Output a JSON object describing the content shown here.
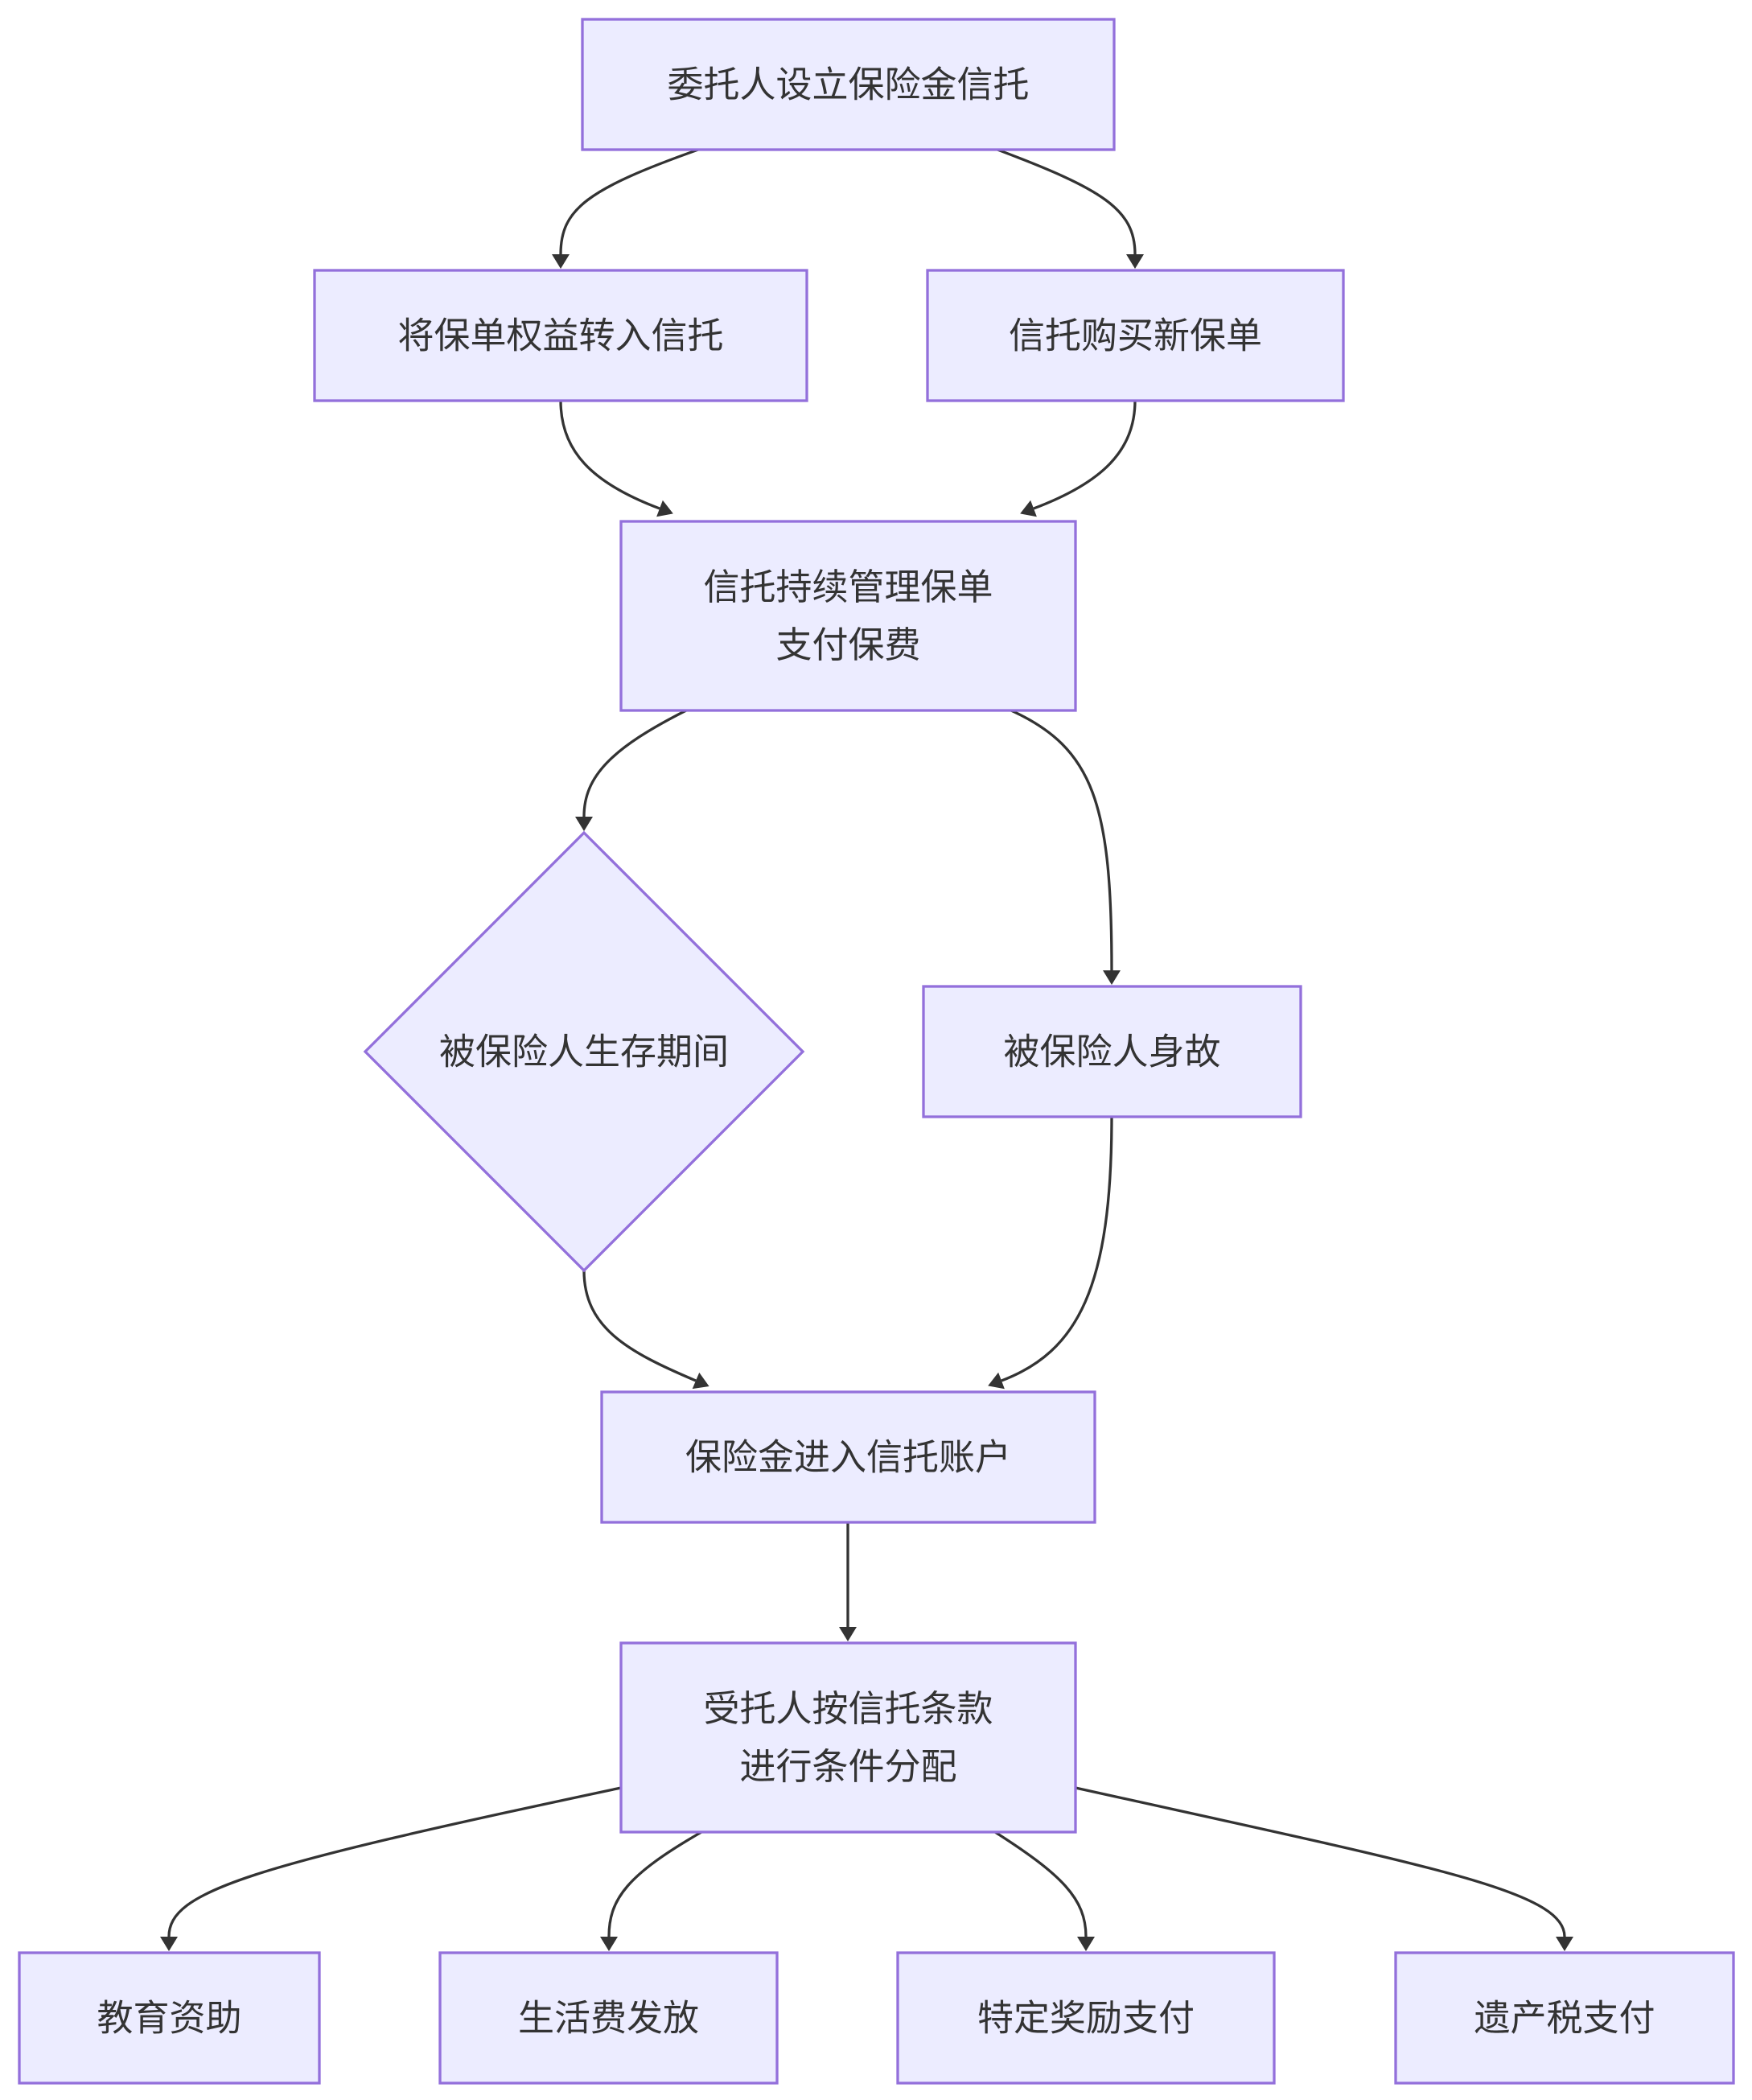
{
  "diagram": {
    "nodes": [
      {
        "id": "setup",
        "lines": [
          "委托人设立保险金信托"
        ]
      },
      {
        "id": "transfer",
        "lines": [
          "将保单权益转入信托"
        ]
      },
      {
        "id": "buy",
        "lines": [
          "信托购买新保单"
        ]
      },
      {
        "id": "manage",
        "lines": [
          "信托持续管理保单",
          "支付保费"
        ]
      },
      {
        "id": "alive",
        "lines": [
          "被保险人生存期间"
        ]
      },
      {
        "id": "death",
        "lines": [
          "被保险人身故"
        ]
      },
      {
        "id": "account",
        "lines": [
          "保险金进入信托账户"
        ]
      },
      {
        "id": "distribute",
        "lines": [
          "受托人按信托条款",
          "进行条件分配"
        ]
      },
      {
        "id": "education",
        "lines": [
          "教育资助"
        ]
      },
      {
        "id": "living",
        "lines": [
          "生活费发放"
        ]
      },
      {
        "id": "reward",
        "lines": [
          "特定奖励支付"
        ]
      },
      {
        "id": "tax",
        "lines": [
          "遗产税支付"
        ]
      }
    ],
    "edges": [
      {
        "from": "setup",
        "to": "transfer"
      },
      {
        "from": "setup",
        "to": "buy"
      },
      {
        "from": "transfer",
        "to": "manage"
      },
      {
        "from": "buy",
        "to": "manage"
      },
      {
        "from": "manage",
        "to": "alive"
      },
      {
        "from": "manage",
        "to": "death"
      },
      {
        "from": "alive",
        "to": "account"
      },
      {
        "from": "death",
        "to": "account"
      },
      {
        "from": "account",
        "to": "distribute"
      },
      {
        "from": "distribute",
        "to": "education"
      },
      {
        "from": "distribute",
        "to": "living"
      },
      {
        "from": "distribute",
        "to": "reward"
      },
      {
        "from": "distribute",
        "to": "tax"
      }
    ]
  }
}
